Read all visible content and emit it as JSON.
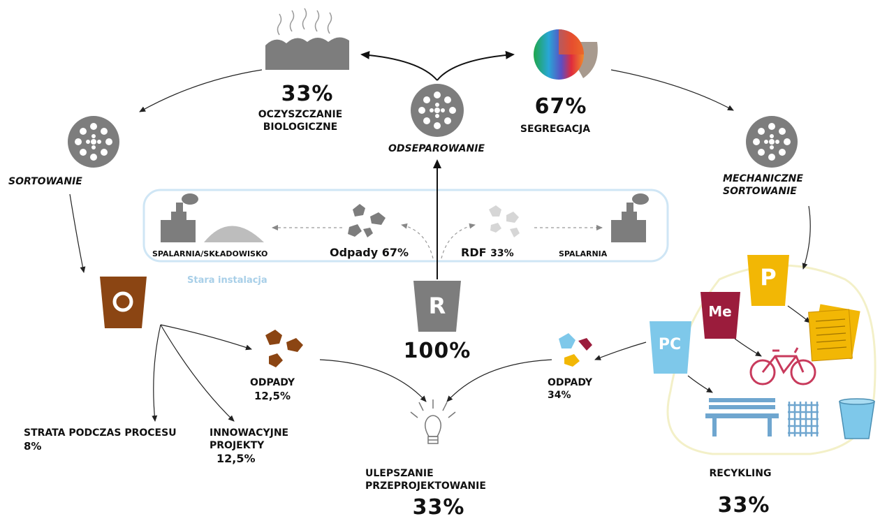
{
  "top_left": {
    "percent": "33%",
    "line1": "OCZYSZCZANIE",
    "line2": "BIOLOGICZNE"
  },
  "top_center": {
    "label": "ODSEPAROWANIE"
  },
  "top_right": {
    "percent": "67%",
    "label": "SEGREGACJA"
  },
  "left_node": {
    "label": "SORTOWANIE"
  },
  "right_node": {
    "line1": "MECHANICZNE",
    "line2": "SORTOWANIE"
  },
  "old_plant": {
    "caption": "Stara instalacja",
    "left_label": "SPALARNIA/SKŁADOWISKO",
    "waste_label": "Odpady 67%",
    "rdf_label": "RDF",
    "rdf_percent": "33%",
    "right_label": "SPALARNIA"
  },
  "bins": {
    "o": "O",
    "r": "R",
    "p": "P",
    "me": "Me",
    "pc": "PC"
  },
  "center_percent": "100%",
  "waste_left": {
    "label": "ODPADY",
    "percent": "12,5%"
  },
  "waste_right": {
    "label": "ODPADY",
    "percent": "34%"
  },
  "loss": {
    "label": "STRATA PODCZAS PROCESU",
    "percent": "8%"
  },
  "innovation": {
    "line1": "INNOWACYJNE",
    "line2": "PROJEKTY",
    "percent": "12,5%"
  },
  "improvement": {
    "line1": "ULEPSZANIE",
    "line2": "PRZEPROJEKTOWANIE",
    "percent": "33%"
  },
  "recycling": {
    "label": "RECYKLING",
    "percent": "33%"
  },
  "colors": {
    "grey": "#7d7d7d",
    "brown": "#8b4513",
    "yellow": "#f2b705",
    "maroon": "#9b1c3c",
    "light_blue": "#7ec8ea",
    "old_plant_frame": "#cfe6f5",
    "recycling_frame": "#f3f0c8",
    "bike": "#c83a5c",
    "bench": "#6fa6cf"
  },
  "icons": [
    "compost-heap-icon",
    "separator-disc-icon",
    "color-wheel-icon",
    "factory-icon",
    "landfill-mound-icon",
    "waste-pile-icon",
    "bin-icon",
    "paper-sheets-icon",
    "bicycle-icon",
    "bench-icon",
    "mesh-grid-icon",
    "cup-icon",
    "light-bulb-icon"
  ]
}
